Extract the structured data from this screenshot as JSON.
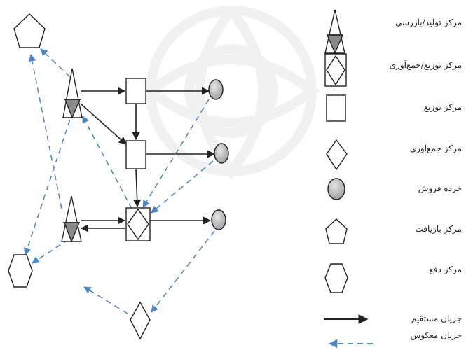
{
  "legend": {
    "production_inspection": "مرکز تولید/بازرسی",
    "distribution_collection": "مرکز توزیع/جمع‌آوری",
    "distribution": "مرکز توزیع",
    "collection": "مرکز جمع‌آوری",
    "retailer": "خرده فروش",
    "recovery": "مرکز بازیافت",
    "disposal": "مرکز دفع",
    "forward_flow": "جریان مستقیم",
    "reverse_flow": "جریان معکوس"
  },
  "colors": {
    "forward": "#222222",
    "reverse": "#4a86c8",
    "shape_stroke": "#222222",
    "triangle_fill": "#8a8a8a",
    "retailer_fill": "#b8b8b8"
  }
}
